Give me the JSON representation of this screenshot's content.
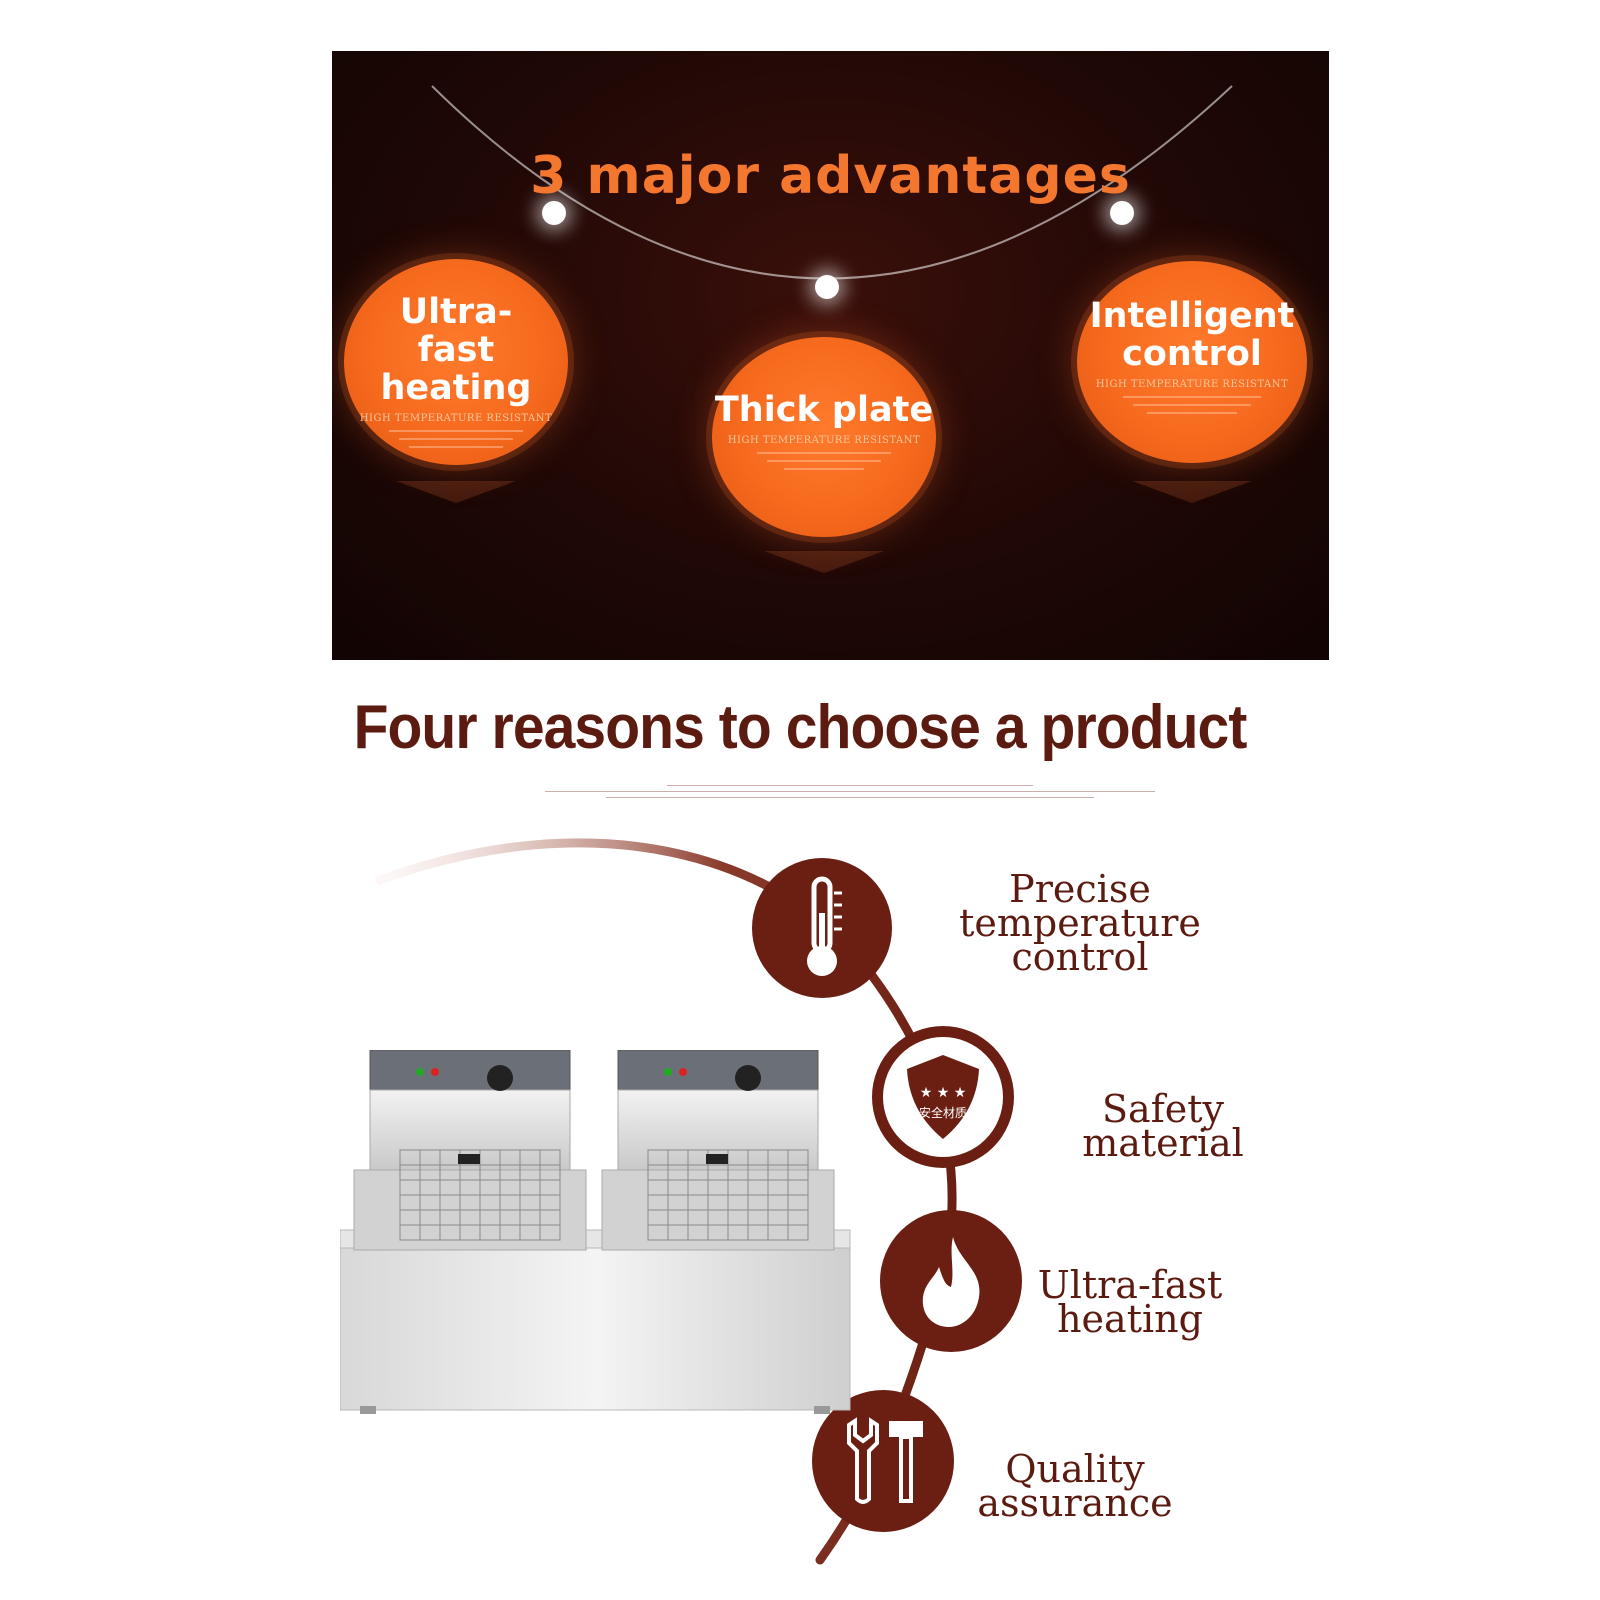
{
  "advantages": {
    "title": "3 major advantages",
    "items": [
      {
        "title": "Ultra-\nfast heating",
        "subtitle": "HIGH TEMPERATURE RESISTANT"
      },
      {
        "title": "Thick plate",
        "subtitle": "HIGH TEMPERATURE RESISTANT"
      },
      {
        "title": "Intelligent\ncontrol",
        "subtitle": "HIGH TEMPERATURE RESISTANT"
      }
    ],
    "colors": {
      "accent": "#f3772f",
      "bubble": "#f66a1e",
      "background": "#1f0806"
    }
  },
  "reasons": {
    "title": "Four reasons to choose a product",
    "items": [
      {
        "label": "Precise\ntemperature control",
        "icon": "thermometer-icon"
      },
      {
        "label": "Safety material",
        "icon": "shield-icon",
        "badge_text": "安全材质"
      },
      {
        "label": "Ultra-fast\nheating",
        "icon": "flame-icon"
      },
      {
        "label": "Quality\nassurance",
        "icon": "tools-icon"
      }
    ],
    "colors": {
      "primary": "#6a1f12",
      "text": "#5c1b10"
    }
  },
  "product": {
    "image": "double-tank-electric-fryer"
  }
}
